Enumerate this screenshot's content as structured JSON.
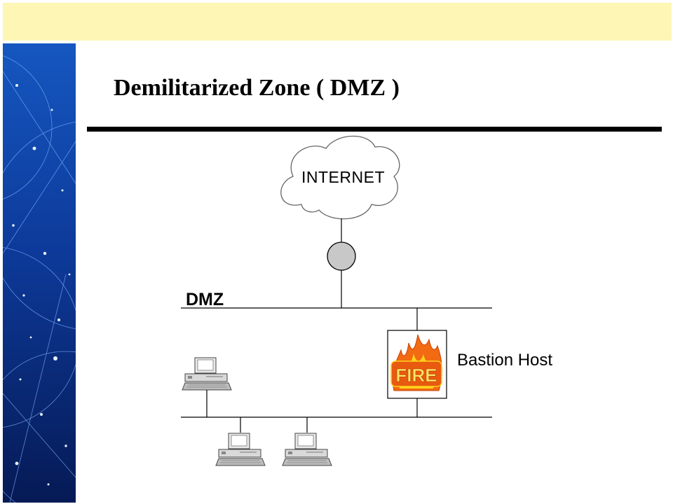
{
  "slide": {
    "title": "Demilitarized Zone ( DMZ )"
  },
  "diagram": {
    "internet_label": "INTERNET",
    "dmz_label": "DMZ",
    "bastion_label": "Bastion Host",
    "fire_text": "FIRE"
  },
  "colors": {
    "top_band": "#fdf6b4",
    "side_panel": "#0b2f8a",
    "router": "#c8c8c8",
    "fire_outer": "#f26a12",
    "fire_inner": "#ffd21a"
  },
  "icons": [
    "cloud-icon",
    "router-icon",
    "computer-icon",
    "fire-icon"
  ]
}
